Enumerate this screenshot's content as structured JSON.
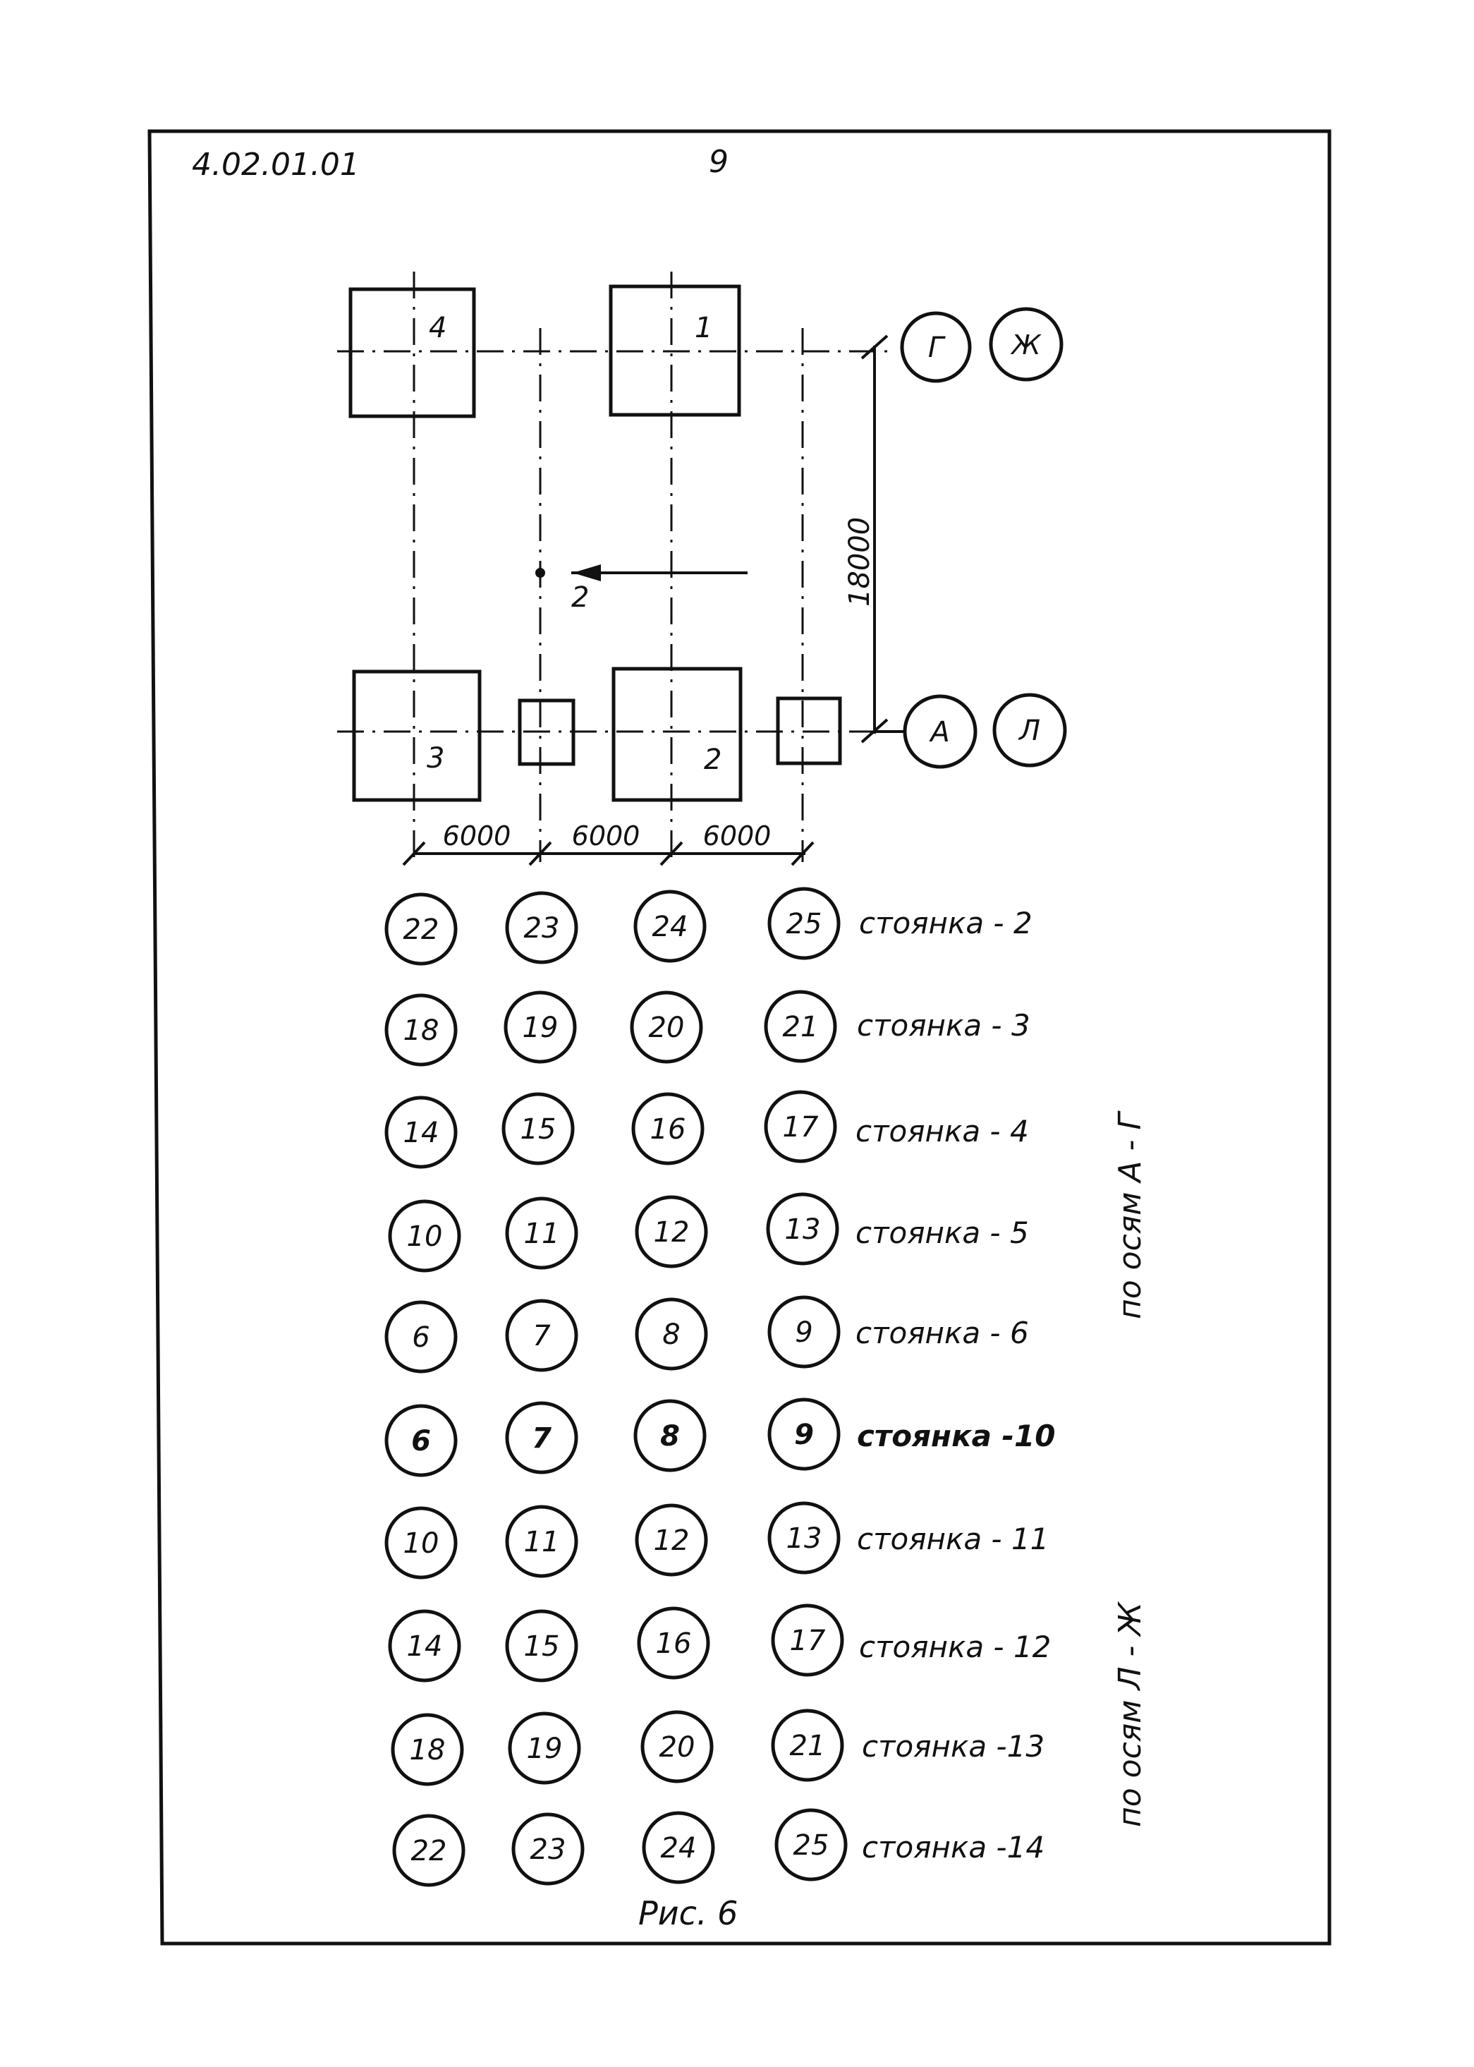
{
  "header": {
    "doc_code": "4.02.01.01",
    "page_number": "9"
  },
  "plan": {
    "columns": [
      {
        "label": "4"
      },
      {
        "label": "1"
      },
      {
        "label": "3"
      },
      {
        "label": "2"
      }
    ],
    "crane_label": "2",
    "axis_bubbles_top": [
      "Г",
      "Ж"
    ],
    "axis_bubbles_bottom": [
      "А",
      "Л"
    ],
    "dim_vertical": "18000",
    "dim_horizontal": [
      "6000",
      "6000",
      "6000"
    ]
  },
  "stations": [
    {
      "nums": [
        "22",
        "23",
        "24",
        "25"
      ],
      "label": "стоянка - 2"
    },
    {
      "nums": [
        "18",
        "19",
        "20",
        "21"
      ],
      "label": "стоянка - 3"
    },
    {
      "nums": [
        "14",
        "15",
        "16",
        "17"
      ],
      "label": "стоянка - 4"
    },
    {
      "nums": [
        "10",
        "11",
        "12",
        "13"
      ],
      "label": "стоянка - 5"
    },
    {
      "nums": [
        "6",
        "7",
        "8",
        "9"
      ],
      "label": "стоянка - 6"
    },
    {
      "nums": [
        "6",
        "7",
        "8",
        "9"
      ],
      "label": "стоянка -10"
    },
    {
      "nums": [
        "10",
        "11",
        "12",
        "13"
      ],
      "label": "стоянка - 11"
    },
    {
      "nums": [
        "14",
        "15",
        "16",
        "17"
      ],
      "label": "стоянка - 12"
    },
    {
      "nums": [
        "18",
        "19",
        "20",
        "21"
      ],
      "label": "стоянка -13"
    },
    {
      "nums": [
        "22",
        "23",
        "24",
        "25"
      ],
      "label": "стоянка -14"
    }
  ],
  "side_labels": {
    "top": "по осям   А - Г",
    "bottom": "по осям   Л - Ж"
  },
  "caption": "Рис. 6"
}
